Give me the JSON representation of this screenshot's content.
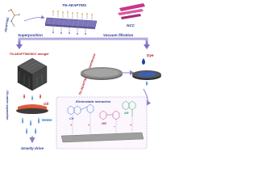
{
  "labels": {
    "material": "TN-AEAPTMS",
    "nanocellulose": "NCC",
    "silane": "AEAPTMS",
    "step_left": "Superposition",
    "step_right": "Vacuum filtration",
    "product_left": "TN-AEAPTMS/NCC aerogel",
    "product_right": "TN-AEAPTMS/NCC membrane",
    "oil": "Oil",
    "water": "Water",
    "gravity": "Gravity drive",
    "separation": "Oil-water separation",
    "dye_in": "Dye",
    "dye_label_1": "CR",
    "dye_label_2": "MB",
    "dye_label_3": "AR",
    "mechanism": "Electrostatic interaction"
  },
  "colors": {
    "sheet": "#7d76b8",
    "sheet_edge": "#4a4488",
    "rod": "#c8378a",
    "label_dark": "#2d3a8c",
    "label_red": "#b02020",
    "oil": "#d94a2a",
    "water": "#3d8ed6",
    "aerogel": "#3c3c3c",
    "arrow": "#8a7fc4"
  }
}
